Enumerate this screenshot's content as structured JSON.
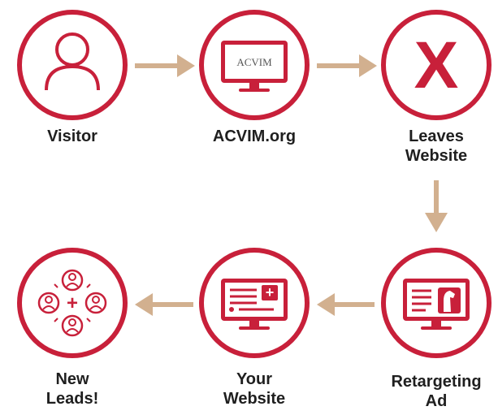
{
  "colors": {
    "accent": "#c8203a",
    "arrow": "#d2b08f",
    "text": "#1f1f1f"
  },
  "nodes": [
    {
      "id": "visitor",
      "label": "Visitor",
      "icon": "person-icon"
    },
    {
      "id": "acvim",
      "label": "ACVIM.org",
      "icon": "monitor-acvim-icon",
      "screen_text": "ACVIM"
    },
    {
      "id": "leaves",
      "label_lines": [
        "Leaves",
        "Website"
      ],
      "icon": "x-icon",
      "glyph": "X"
    },
    {
      "id": "retargeting",
      "label_lines": [
        "Retargeting",
        "Ad"
      ],
      "icon": "monitor-ad-icon"
    },
    {
      "id": "your-website",
      "label_lines": [
        "Your",
        "Website"
      ],
      "icon": "monitor-website-icon",
      "plus": "+"
    },
    {
      "id": "new-leads",
      "label_lines": [
        "New",
        "Leads!"
      ],
      "icon": "leads-icon",
      "plus": "+"
    }
  ]
}
